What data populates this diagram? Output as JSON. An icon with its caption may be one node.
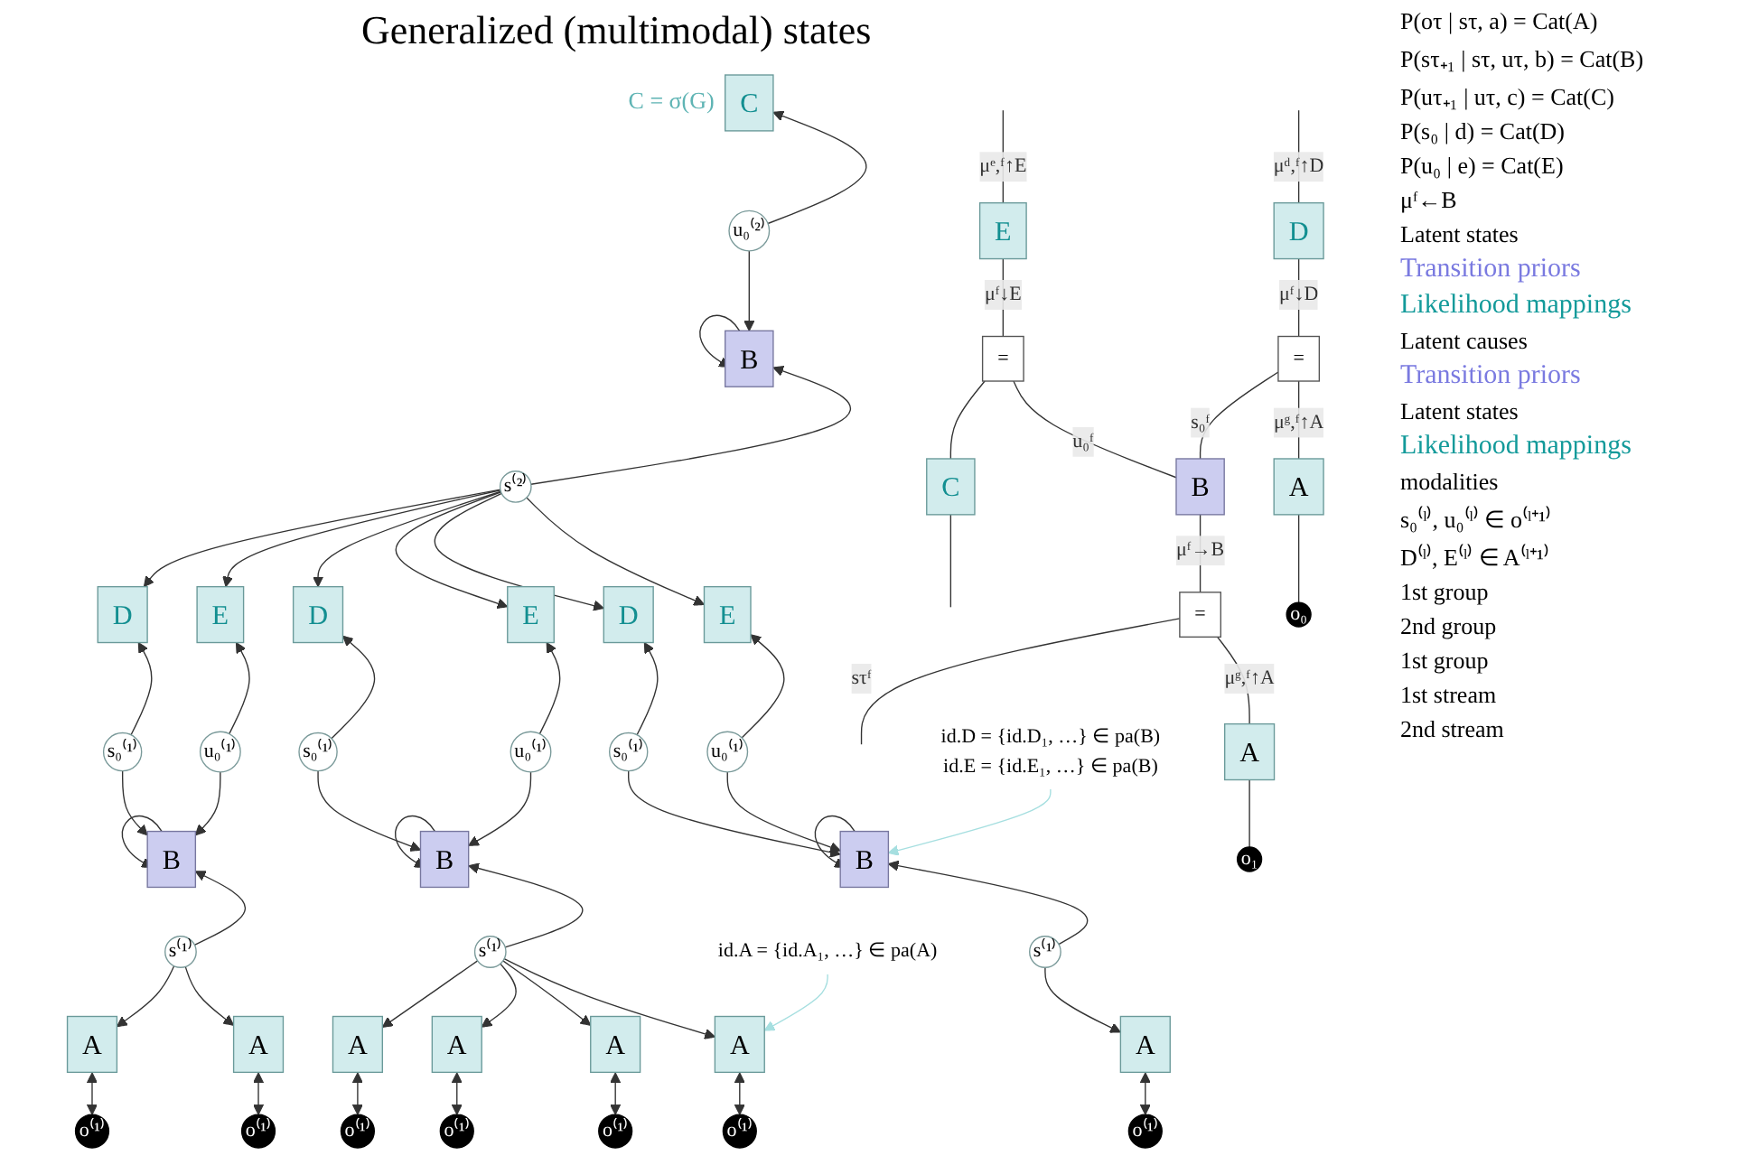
{
  "diagram": {
    "title": "Generalized (multimodal) states",
    "nodes": [
      {
        "text": [
          "C"
        ],
        "beside": [
          "C = σ(G)"
        ]
      },
      {
        "text": [
          "u₀⁽²⁾"
        ]
      },
      {
        "text": [
          "B"
        ]
      },
      {
        "text": [
          "s⁽²⁾"
        ]
      },
      {
        "text": [
          "D"
        ]
      },
      {
        "text": [
          "E"
        ]
      },
      {
        "text": [
          "D"
        ]
      },
      {
        "text": [
          "E"
        ]
      },
      {
        "text": [
          "D"
        ]
      },
      {
        "text": [
          "E"
        ]
      },
      {
        "text": [
          "s₀⁽¹⁾"
        ]
      },
      {
        "text": [
          "u₀⁽¹⁾"
        ]
      },
      {
        "text": [
          "s₀⁽¹⁾"
        ]
      },
      {
        "text": [
          "u₀⁽¹⁾"
        ]
      },
      {
        "text": [
          "s₀⁽¹⁾"
        ]
      },
      {
        "text": [
          "u₀⁽¹⁾"
        ]
      },
      {
        "text": [
          "B"
        ]
      },
      {
        "text": [
          "B"
        ]
      },
      {
        "text": [
          "B"
        ]
      },
      {
        "text": [
          "s⁽¹⁾"
        ]
      },
      {
        "text": [
          "s⁽¹⁾"
        ]
      },
      {
        "text": [
          "s⁽¹⁾"
        ]
      },
      {
        "text": [
          "A"
        ]
      },
      {
        "text": [
          "A"
        ]
      },
      {
        "text": [
          "A"
        ]
      },
      {
        "text": [
          "A"
        ]
      },
      {
        "text": [
          "A"
        ]
      },
      {
        "text": [
          "A"
        ]
      },
      {
        "text": [
          "A"
        ]
      },
      {
        "text": [
          "o⁽¹⁾"
        ]
      },
      {
        "text": [
          "o⁽¹⁾"
        ]
      },
      {
        "text": [
          "o⁽¹⁾"
        ]
      },
      {
        "text": [
          "o⁽¹⁾"
        ]
      },
      {
        "text": [
          "o⁽¹⁾"
        ]
      },
      {
        "text": [
          "o⁽¹⁾"
        ]
      },
      {
        "text": [
          "o⁽¹⁾"
        ]
      },
      {
        "text": [
          "E"
        ]
      },
      {
        "text": [
          "D"
        ]
      },
      {
        "text": [
          "="
        ]
      },
      {
        "text": [
          "C"
        ]
      },
      {
        "text": [
          "="
        ]
      },
      {
        "text": [
          "B"
        ]
      },
      {
        "text": [
          "="
        ]
      },
      {
        "text": [
          "A"
        ]
      },
      {
        "text": [
          "A"
        ]
      },
      {
        "text": [
          "o₀"
        ]
      },
      {
        "text": [
          "o₁"
        ]
      },
      {
        "text": [
          "id.D = {id.D₁, …} ∈ pa(B)",
          "id.E = {id.E₁, …} ∈ pa(B)"
        ]
      },
      {
        "text": [
          "id.A = {id.A₁, …} ∈ pa(A)"
        ]
      }
    ],
    "edges": [
      {
        "from": 1,
        "to": 0,
        "arrow": "to"
      },
      {
        "from": 1,
        "to": 2,
        "arrow": "to"
      },
      {
        "from": 2,
        "to": 2,
        "arrow": "to"
      },
      {
        "from": 3,
        "to": 2,
        "arrow": "to"
      },
      {
        "from": 3,
        "to": 4,
        "arrow": "to"
      },
      {
        "from": 3,
        "to": 5,
        "arrow": "to"
      },
      {
        "from": 3,
        "to": 6,
        "arrow": "to"
      },
      {
        "from": 3,
        "to": 7,
        "arrow": "to"
      },
      {
        "from": 3,
        "to": 8,
        "arrow": "to"
      },
      {
        "from": 3,
        "to": 9,
        "arrow": "to"
      },
      {
        "from": 10,
        "to": 4,
        "arrow": "to"
      },
      {
        "from": 11,
        "to": 5,
        "arrow": "to"
      },
      {
        "from": 12,
        "to": 6,
        "arrow": "to"
      },
      {
        "from": 13,
        "to": 7,
        "arrow": "to"
      },
      {
        "from": 14,
        "to": 8,
        "arrow": "to"
      },
      {
        "from": 15,
        "to": 9,
        "arrow": "to"
      },
      {
        "from": 10,
        "to": 16,
        "arrow": "to"
      },
      {
        "from": 11,
        "to": 16,
        "arrow": "to"
      },
      {
        "from": 12,
        "to": 17,
        "arrow": "to"
      },
      {
        "from": 13,
        "to": 17,
        "arrow": "to"
      },
      {
        "from": 14,
        "to": 18,
        "arrow": "to"
      },
      {
        "from": 15,
        "to": 18,
        "arrow": "to"
      },
      {
        "from": 16,
        "to": 16,
        "arrow": "to"
      },
      {
        "from": 17,
        "to": 17,
        "arrow": "to"
      },
      {
        "from": 18,
        "to": 18,
        "arrow": "to"
      },
      {
        "from": 19,
        "to": 16,
        "arrow": "to"
      },
      {
        "from": 20,
        "to": 17,
        "arrow": "to"
      },
      {
        "from": 21,
        "to": 18,
        "arrow": "to"
      },
      {
        "from": 19,
        "to": 22,
        "arrow": "to"
      },
      {
        "from": 19,
        "to": 23,
        "arrow": "to"
      },
      {
        "from": 20,
        "to": 24,
        "arrow": "to"
      },
      {
        "from": 20,
        "to": 25,
        "arrow": "to"
      },
      {
        "from": 20,
        "to": 26,
        "arrow": "to"
      },
      {
        "from": 20,
        "to": 27,
        "arrow": "to"
      },
      {
        "from": 21,
        "to": 28,
        "arrow": "to"
      },
      {
        "from": 22,
        "to": 29,
        "arrow": "both"
      },
      {
        "from": 23,
        "to": 30,
        "arrow": "both"
      },
      {
        "from": 24,
        "to": 31,
        "arrow": "both"
      },
      {
        "from": 25,
        "to": 32,
        "arrow": "both"
      },
      {
        "from": 26,
        "to": 33,
        "arrow": "both"
      },
      {
        "from": 27,
        "to": 34,
        "arrow": "both"
      },
      {
        "from": 28,
        "to": 35,
        "arrow": "both"
      },
      {
        "from": null,
        "to": 36,
        "arrow": "none",
        "label": "μᵉ,ᶠ↑E"
      },
      {
        "from": 36,
        "to": 38,
        "arrow": "none",
        "label": "μᶠ↓E"
      },
      {
        "from": null,
        "to": 37,
        "arrow": "none",
        "label": "μᵈ,ᶠ↑D"
      },
      {
        "from": 37,
        "to": 40,
        "arrow": "none",
        "label": "μᶠ↓D"
      },
      {
        "from": 38,
        "to": 39,
        "arrow": "none"
      },
      {
        "from": 39,
        "to": null,
        "arrow": "none"
      },
      {
        "from": 38,
        "to": 41,
        "arrow": "none",
        "label": "u₀ᶠ"
      },
      {
        "from": 40,
        "to": 41,
        "arrow": "none",
        "label": "s₀ᶠ"
      },
      {
        "from": 41,
        "to": 42,
        "arrow": "none",
        "label": "μᶠ→B"
      },
      {
        "from": 42,
        "to": null,
        "arrow": "none",
        "label": "sτᶠ"
      },
      {
        "from": 40,
        "to": 43,
        "arrow": "none",
        "label": "μᵍ,ᶠ↑A"
      },
      {
        "from": 42,
        "to": 44,
        "arrow": "none",
        "label": "μᵍ,ᶠ↑A"
      },
      {
        "from": 43,
        "to": 45,
        "arrow": "none"
      },
      {
        "from": 44,
        "to": 46,
        "arrow": "none"
      },
      {
        "from": 47,
        "to": 18,
        "arrow": "to",
        "color": "#a6dfe0"
      },
      {
        "from": 48,
        "to": 27,
        "arrow": "to",
        "color": "#a6dfe0"
      }
    ],
    "labels": [
      "P(oτ | sτ, a) = Cat(A)",
      "P(sτ₊₁ | sτ, uτ, b) = Cat(B)",
      "P(uτ₊₁ | uτ, c) = Cat(C)",
      "P(s₀ | d) = Cat(D)",
      "P(u₀ | e) = Cat(E)",
      "μᶠ←B",
      "Latent states",
      "Transition priors",
      "Likelihood mappings",
      "Latent causes",
      "Transition priors",
      "Latent states",
      "Likelihood mappings",
      "modalities",
      "s₀⁽ˡ⁾, u₀⁽ˡ⁾ ∈ o⁽ˡ⁺¹⁾",
      "D⁽ˡ⁾, E⁽ˡ⁾ ∈ A⁽ˡ⁺¹⁾",
      "1st group",
      "2nd group",
      "1st group",
      "1st stream",
      "2nd stream"
    ]
  }
}
